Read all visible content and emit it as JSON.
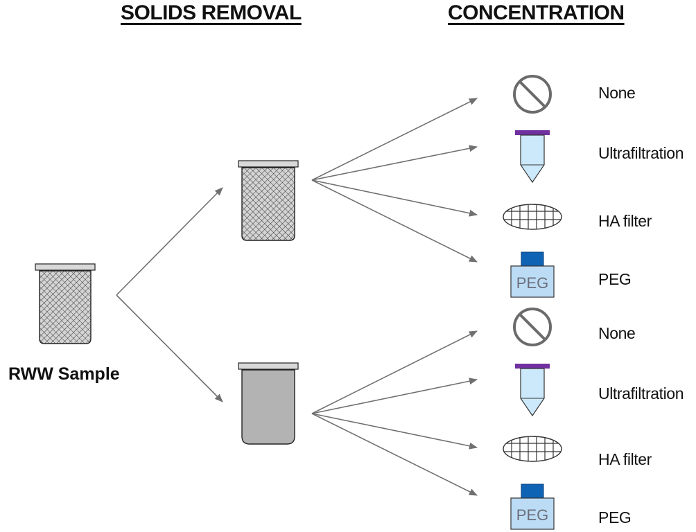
{
  "headings": {
    "solids_removal": "SOLIDS REMOVAL",
    "concentration": "CONCENTRATION"
  },
  "sample": {
    "label": "RWW Sample"
  },
  "concentration_methods": {
    "group1": [
      {
        "label": "None",
        "icon": "no-symbol-icon"
      },
      {
        "label": "Ultrafiltration",
        "icon": "ultrafiltration-tube-icon"
      },
      {
        "label": "HA filter",
        "icon": "ha-filter-icon"
      },
      {
        "label": "PEG",
        "icon": "peg-bottle-icon",
        "icon_text": "PEG"
      }
    ],
    "group2": [
      {
        "label": "None",
        "icon": "no-symbol-icon"
      },
      {
        "label": "Ultrafiltration",
        "icon": "ultrafiltration-tube-icon"
      },
      {
        "label": "HA filter",
        "icon": "ha-filter-icon"
      },
      {
        "label": "PEG",
        "icon": "peg-bottle-icon",
        "icon_text": "PEG"
      }
    ]
  },
  "colors": {
    "arrow": "#707070",
    "lid": "#d9d9d9",
    "solid_jar_fill": "#b3b3b3",
    "tube_cap": "#7030a0",
    "tube_body": "#cce9fb",
    "peg_cap": "#0f63b5",
    "peg_body": "#bcdcf6",
    "no_symbol": "#6b6b6b"
  }
}
